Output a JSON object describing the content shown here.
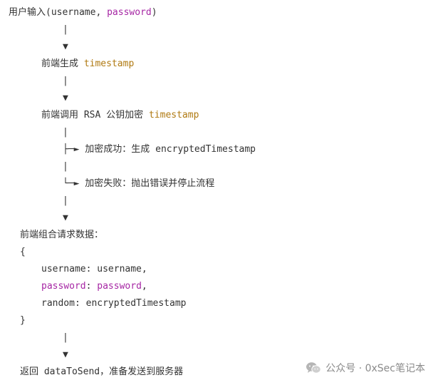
{
  "lines": {
    "l1_a": "用户输入(username, ",
    "l1_b": "password",
    "l1_c": ")",
    "pipe": "|",
    "arrow": "▼",
    "l2_a": "前端生成 ",
    "l2_b": "timestamp",
    "l3_a": "前端调用 RSA 公钥加密 ",
    "l3_b": "timestamp",
    "branch_success": "├─► 加密成功：生成 encryptedTimestamp",
    "branch_fail": "└─► 加密失败：抛出错误并停止流程",
    "l4": "前端组合请求数据：",
    "brace_open": "{",
    "f_username": "username: username,",
    "f_password_key": "password",
    "f_password_sep": ": ",
    "f_password_val": "password",
    "f_password_end": ",",
    "f_random": "random: encryptedTimestamp",
    "brace_close": "}",
    "l_final": "返回 dataToSend，准备发送到服务器"
  },
  "watermark": {
    "text": "公众号 · 0xSec笔记本",
    "icon": "wechat-icon"
  },
  "colors": {
    "purple": "#a626a4",
    "gold": "#b07a12",
    "text": "#333333"
  }
}
